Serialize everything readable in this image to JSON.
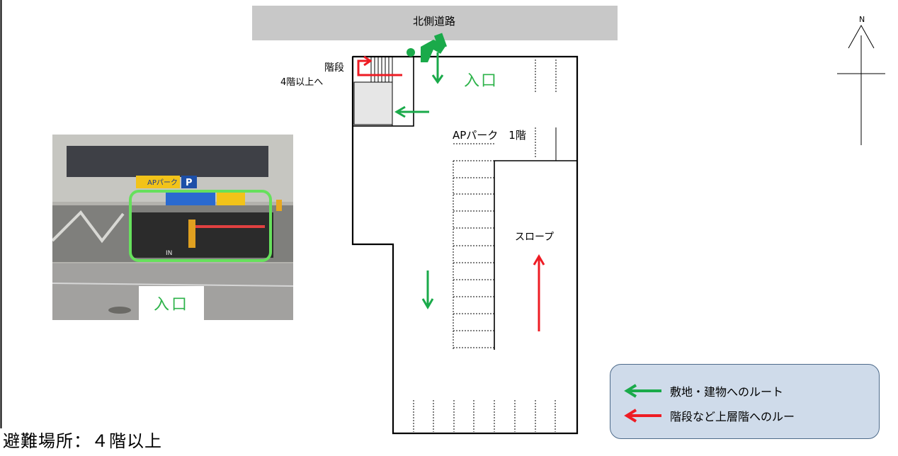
{
  "map": {
    "road_label": "北側道路",
    "stairs_label": "階段",
    "stairs_sub_label": "4階以上へ",
    "entrance_label": "入口",
    "floor_label": "APパーク　1階",
    "slope_label": "スロープ",
    "compass_label": "N"
  },
  "photo": {
    "entrance_label": "入口",
    "sign_text": "APパーク",
    "sign_letter": "P",
    "pavement_text": "IN"
  },
  "legend": {
    "items": [
      {
        "label": "敷地・建物へのルート",
        "color": "#1aaa4a"
      },
      {
        "label": "階段など上層階へのルー",
        "color": "#ee1c24"
      }
    ]
  },
  "evacuation": {
    "label": "避難場所：４階以上"
  },
  "colors": {
    "route_green": "#1aaa4a",
    "route_red": "#ee1c24",
    "road_gray": "#c8c8c8",
    "photo_highlight": "#66e05c",
    "legend_bg": "#cfdbea"
  }
}
